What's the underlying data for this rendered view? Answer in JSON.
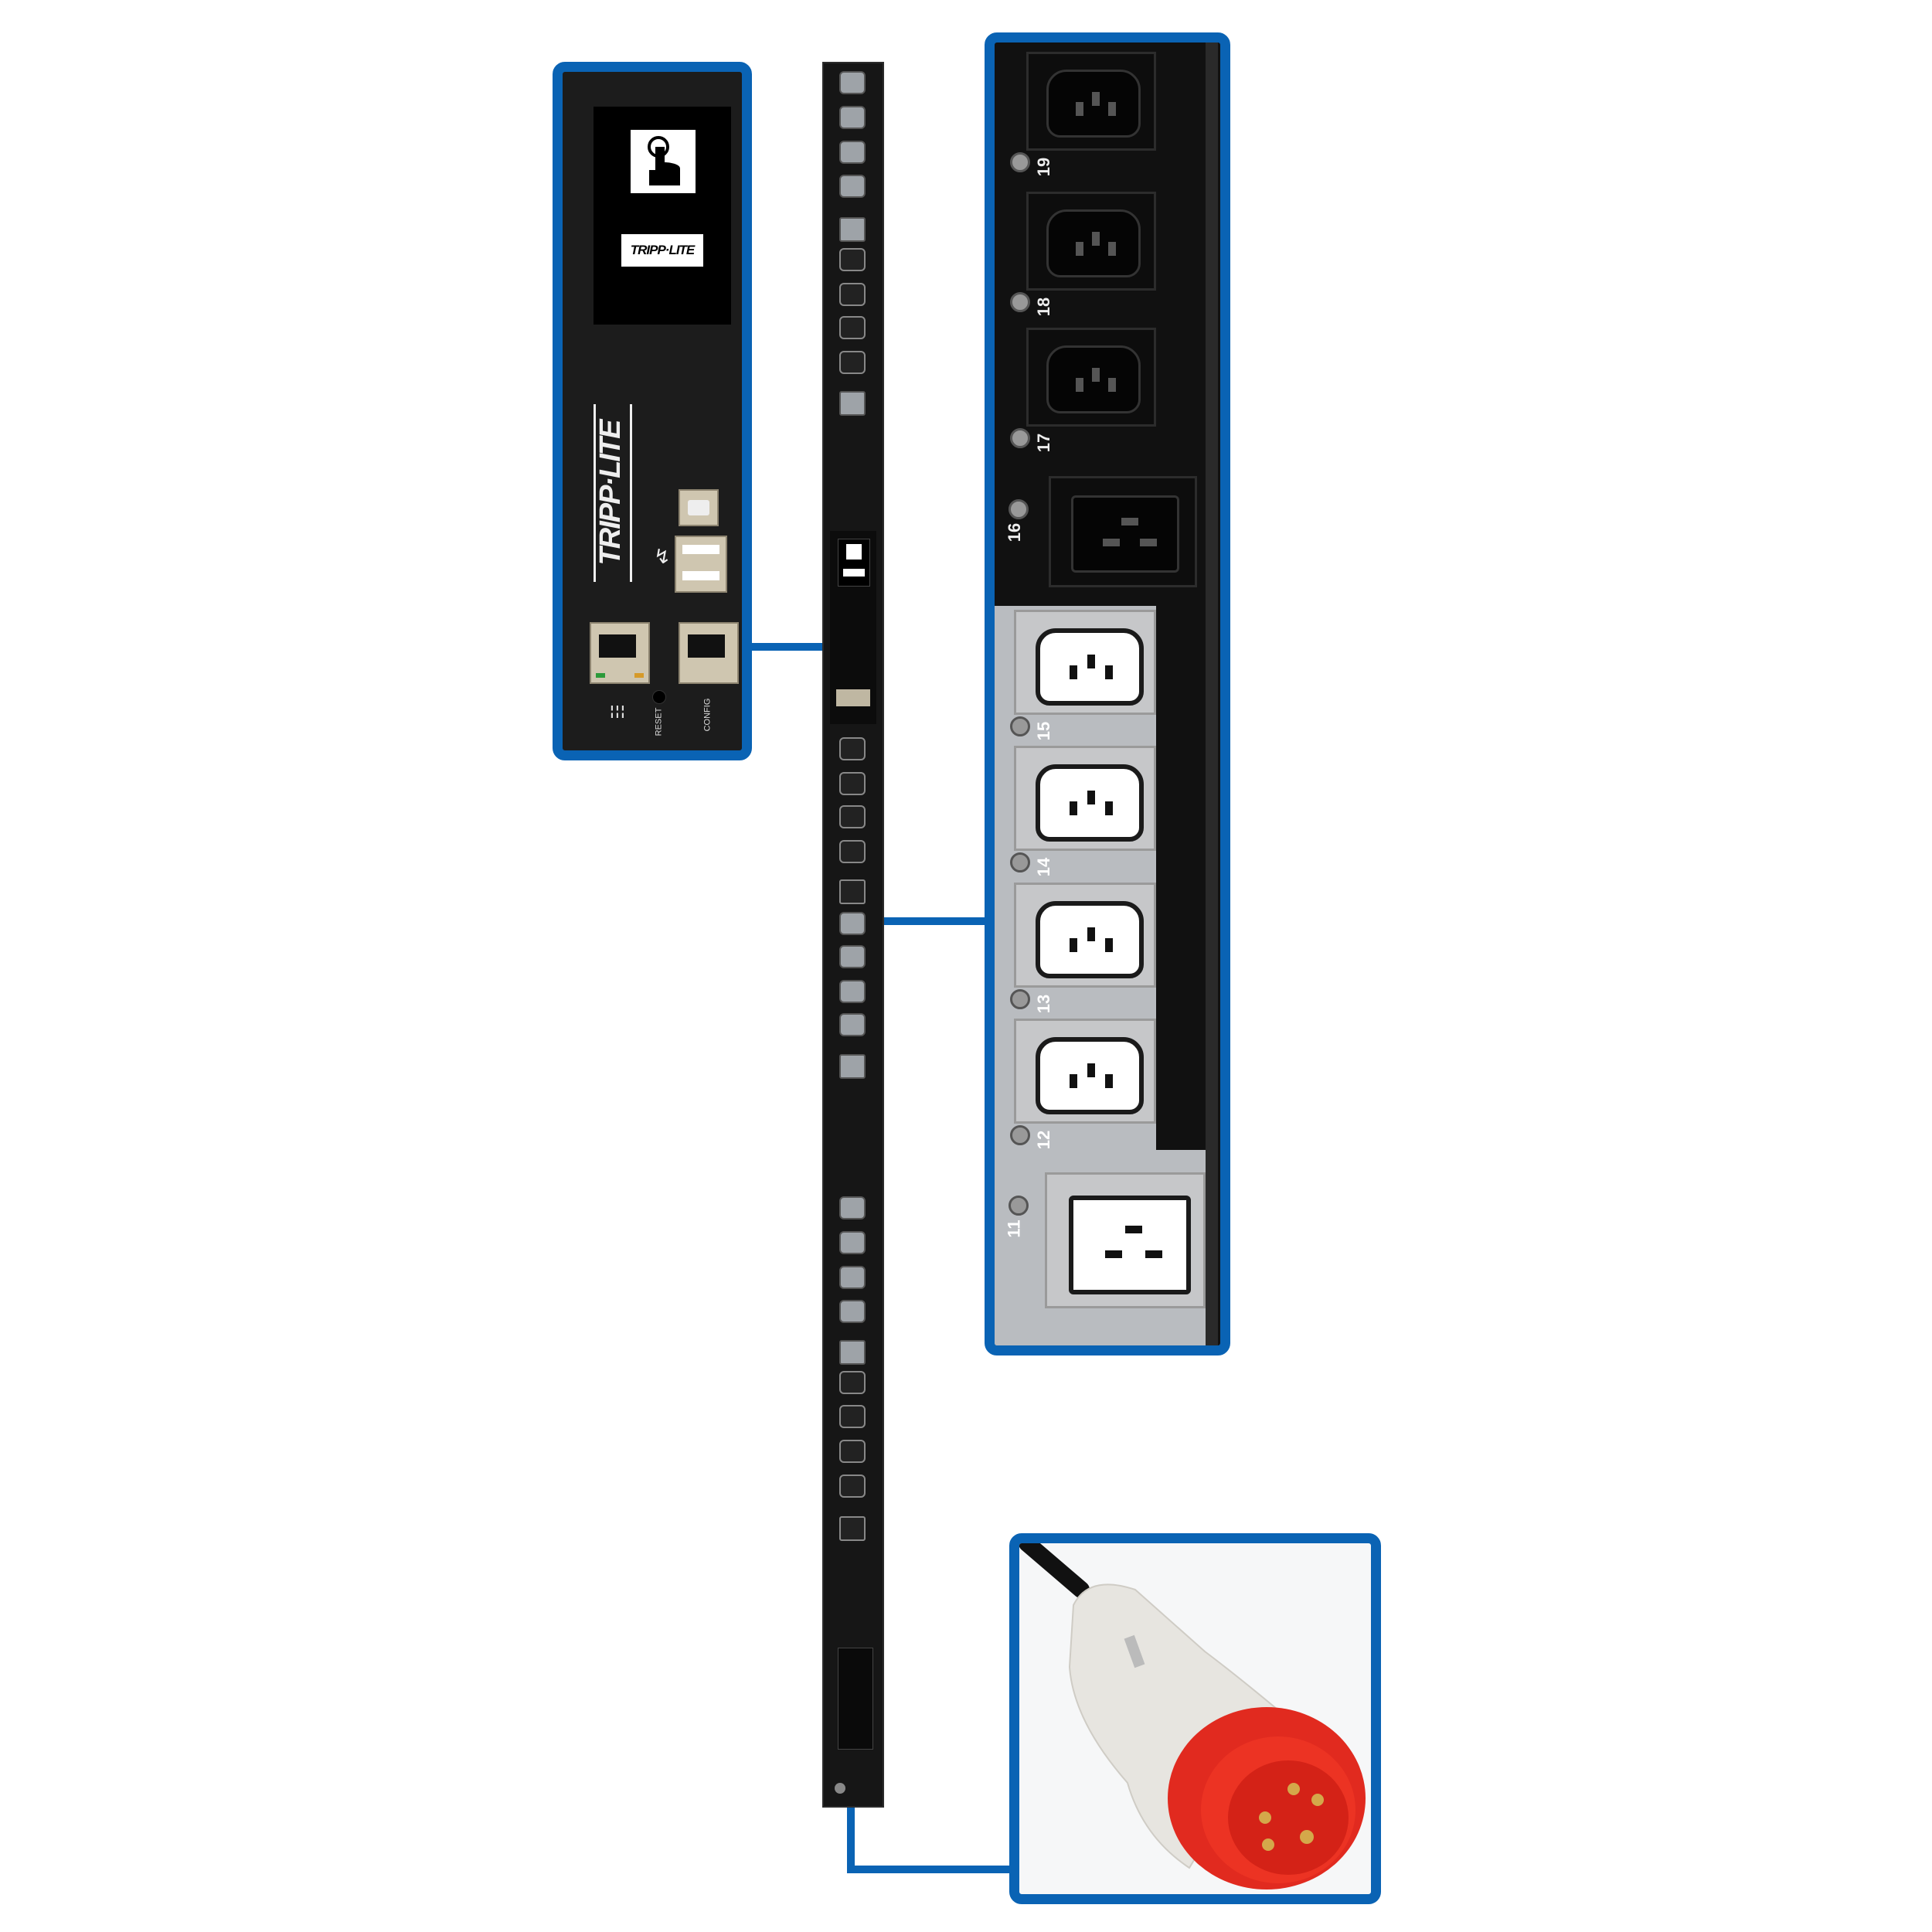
{
  "brand": "TRIPP·LITE",
  "control_panel": {
    "display_logo": "TRIPP·LITE",
    "vertical_logo": "TRIPP·LITE",
    "reset_label": "RESET",
    "config_label": "CONFIG",
    "icons": [
      "touch-hand-icon",
      "usb-icon",
      "network-icon"
    ]
  },
  "outlet_callout": {
    "outlets": [
      {
        "number": "19",
        "type": "C13",
        "color": "black"
      },
      {
        "number": "18",
        "type": "C13",
        "color": "black"
      },
      {
        "number": "17",
        "type": "C13",
        "color": "black"
      },
      {
        "number": "16",
        "type": "C19",
        "color": "black"
      },
      {
        "number": "15",
        "type": "C13",
        "color": "grey"
      },
      {
        "number": "14",
        "type": "C13",
        "color": "grey"
      },
      {
        "number": "13",
        "type": "C13",
        "color": "grey"
      },
      {
        "number": "12",
        "type": "C13",
        "color": "grey"
      },
      {
        "number": "11",
        "type": "C19",
        "color": "grey"
      }
    ]
  },
  "plug": {
    "body_color": "#e8e6e1",
    "face_color": "#e8281e",
    "pins": 5
  },
  "colors": {
    "callout_border": "#0a63b4",
    "pdu_body": "#161616"
  }
}
